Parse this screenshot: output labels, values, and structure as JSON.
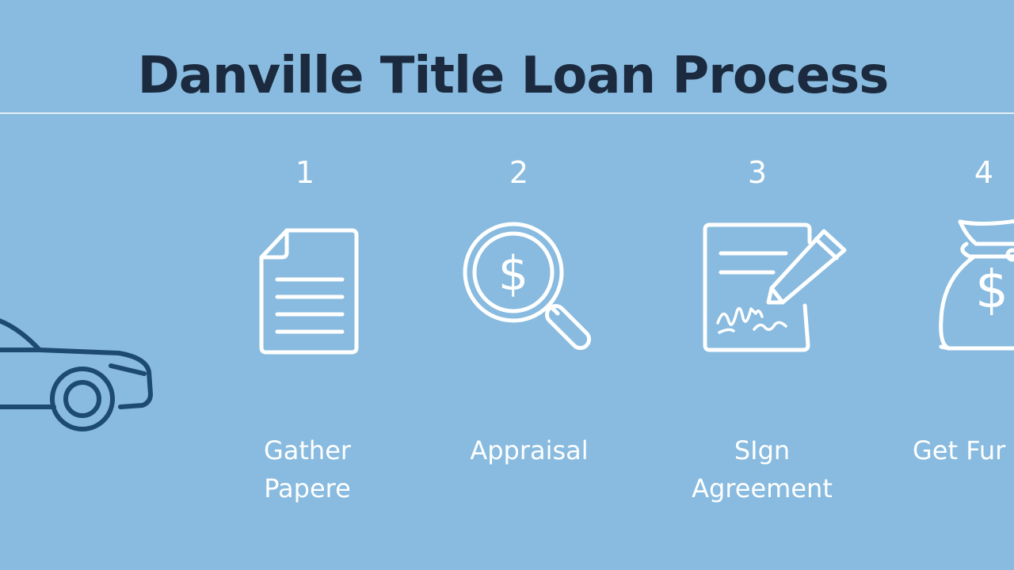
{
  "title": "Danville Title Loan Process",
  "colors": {
    "background": "#88bbdf",
    "title": "#1b2a3e",
    "icon_stroke": "#ffffff",
    "car_stroke": "#1d4a70"
  },
  "steps": [
    {
      "number": "1",
      "label_line1": "Gather",
      "label_line2": "Papere",
      "icon": "document-icon"
    },
    {
      "number": "2",
      "label_line1": "Appraisal",
      "label_line2": "",
      "icon": "dollar-magnifier-icon"
    },
    {
      "number": "3",
      "label_line1": "SIgn",
      "label_line2": "Agreement",
      "icon": "signed-contract-icon"
    },
    {
      "number": "4",
      "label_line1": "Get Fur",
      "label_line2": "",
      "icon": "money-bag-icon"
    }
  ]
}
